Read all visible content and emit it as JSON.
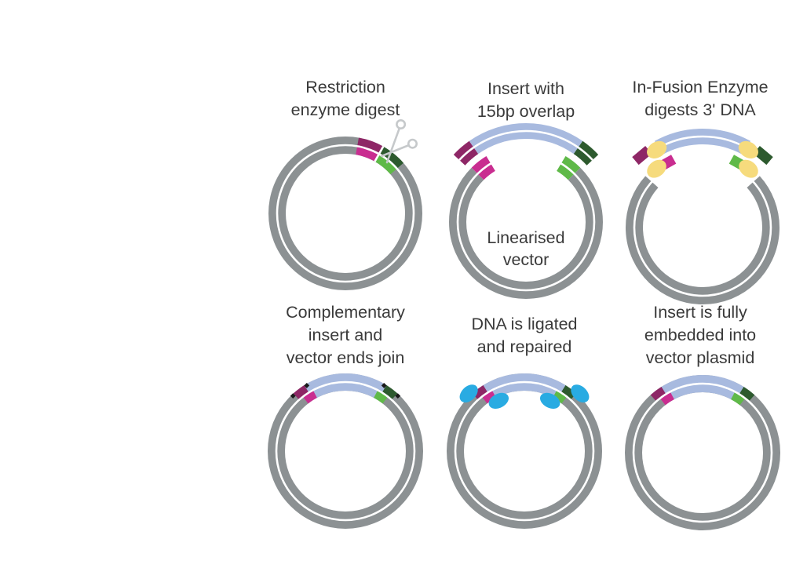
{
  "panels": [
    {
      "id": "restriction-enzyme-digest",
      "title_lines": [
        "Restriction",
        "enzyme digest"
      ]
    },
    {
      "id": "insert-with-overlap",
      "title_lines": [
        "Insert with",
        "15bp overlap"
      ],
      "inner_label_lines": [
        "Linearised",
        "vector"
      ]
    },
    {
      "id": "infusion-enzyme-digest",
      "title_lines": [
        "In-Fusion Enzyme",
        "digests 3' DNA"
      ]
    },
    {
      "id": "complementary-ends-join",
      "title_lines": [
        "Complementary",
        "insert and",
        "vector ends join"
      ]
    },
    {
      "id": "dna-ligated-repaired",
      "title_lines": [
        "DNA is ligated",
        "and repaired"
      ]
    },
    {
      "id": "insert-embedded",
      "title_lines": [
        "Insert is fully",
        "embedded into",
        "vector plasmid"
      ]
    }
  ],
  "colors": {
    "vector_gray": "#8C9193",
    "insert_blue": "#A8BADF",
    "overlap_dark_magenta": "#8E2766",
    "overlap_magenta": "#C92D90",
    "overlap_dark_green": "#2D5A2E",
    "overlap_light_green": "#5FB948",
    "enzyme_yellow": "#F6DB7D",
    "ligase_blue": "#29ABE2",
    "scissors_gray": "#C6C9CB",
    "strand_line_white": "#FFFFFF",
    "nick_mark_black": "#1A1A1A",
    "title_text": "#3A3A3A",
    "background": "#FFFFFF"
  }
}
